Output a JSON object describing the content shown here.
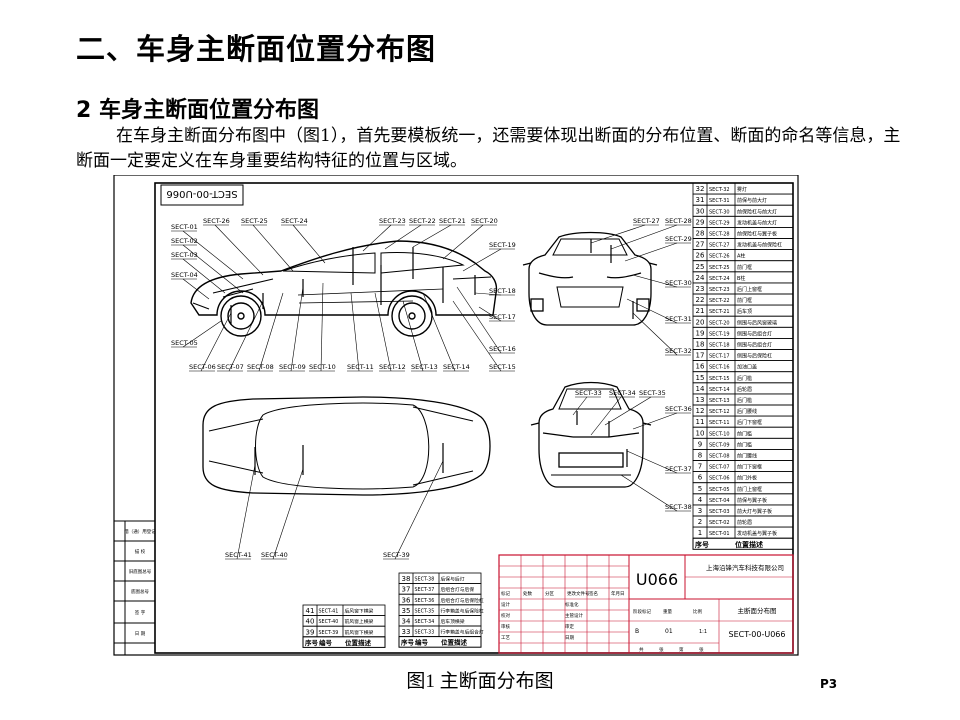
{
  "heading": "二、车身主断面位置分布图",
  "subheading": "2  车身主断面位置分布图",
  "paragraph": "在车身主断面分布图中（图1），首先要模板统一，还需要体现出断面的分布位置、断面的命名等信息，主断面一定要定义在车身重要结构特征的位置与区域。",
  "figure": {
    "stamp": "SECT-00-U066",
    "side_labels": [
      "SECT-01",
      "SECT-02",
      "SECT-03",
      "SECT-04",
      "SECT-05",
      "SECT-06",
      "SECT-07",
      "SECT-08",
      "SECT-09",
      "SECT-10",
      "SECT-11",
      "SECT-12",
      "SECT-13",
      "SECT-14",
      "SECT-15",
      "SECT-16",
      "SECT-17",
      "SECT-18",
      "SECT-19",
      "SECT-20",
      "SECT-21",
      "SECT-22",
      "SECT-23",
      "SECT-24",
      "SECT-25",
      "SECT-26"
    ],
    "front_labels": [
      "SECT-27",
      "SECT-28",
      "SECT-29",
      "SECT-30",
      "SECT-31",
      "SECT-32"
    ],
    "rear_labels": [
      "SECT-33",
      "SECT-34",
      "SECT-35",
      "SECT-36",
      "SECT-37",
      "SECT-38"
    ],
    "top_labels": [
      "SECT-41",
      "SECT-40",
      "SECT-39"
    ],
    "right_table": {
      "header": [
        "序号",
        "位置描述"
      ],
      "rows": [
        [
          "32",
          "SECT-32",
          "雾灯"
        ],
        [
          "31",
          "SECT-31",
          "前保与前大灯"
        ],
        [
          "30",
          "SECT-30",
          "前保险杠与前大灯"
        ],
        [
          "29",
          "SECT-29",
          "发动机盖与前大灯"
        ],
        [
          "28",
          "SECT-28",
          "前保险杠与翼子板"
        ],
        [
          "27",
          "SECT-27",
          "发动机盖与前保险杠"
        ],
        [
          "26",
          "SECT-26",
          "A柱"
        ],
        [
          "25",
          "SECT-25",
          "前门框"
        ],
        [
          "24",
          "SECT-24",
          "B柱"
        ],
        [
          "23",
          "SECT-23",
          "后门上窗框"
        ],
        [
          "22",
          "SECT-22",
          "前门框"
        ],
        [
          "21",
          "SECT-21",
          "后车顶"
        ],
        [
          "20",
          "SECT-20",
          "侧围与后风窗玻璃"
        ],
        [
          "19",
          "SECT-19",
          "侧围与后组合灯"
        ],
        [
          "18",
          "SECT-18",
          "侧围与后组合灯"
        ],
        [
          "17",
          "SECT-17",
          "侧围与后保险杠"
        ],
        [
          "16",
          "SECT-16",
          "加油口盖"
        ],
        [
          "15",
          "SECT-15",
          "后门槛"
        ],
        [
          "14",
          "SECT-14",
          "后轮眉"
        ],
        [
          "13",
          "SECT-13",
          "后门槛"
        ],
        [
          "12",
          "SECT-12",
          "后门腰线"
        ],
        [
          "11",
          "SECT-11",
          "后门下窗框"
        ],
        [
          "10",
          "SECT-10",
          "前门槛"
        ],
        [
          "9",
          "SECT-09",
          "前门槛"
        ],
        [
          "8",
          "SECT-08",
          "前门腰线"
        ],
        [
          "7",
          "SECT-07",
          "前门下窗框"
        ],
        [
          "6",
          "SECT-06",
          "前门外板"
        ],
        [
          "5",
          "SECT-05",
          "前门上窗框"
        ],
        [
          "4",
          "SECT-04",
          "前保与翼子板"
        ],
        [
          "3",
          "SECT-03",
          "前大灯与翼子板"
        ],
        [
          "2",
          "SECT-02",
          "前轮眉"
        ],
        [
          "1",
          "SECT-01",
          "发动机盖与翼子板"
        ]
      ]
    },
    "bottom_table": {
      "header": [
        "序号",
        "编号",
        "位置描述"
      ],
      "left_rows": [
        [
          "41",
          "SECT-41",
          "后风窗下横梁"
        ],
        [
          "40",
          "SECT-40",
          "前风窗上横梁"
        ],
        [
          "39",
          "SECT-39",
          "前风窗下横梁"
        ]
      ],
      "right_rows": [
        [
          "38",
          "SECT-38",
          "后保与后灯"
        ],
        [
          "37",
          "SECT-37",
          "后组合灯与后保"
        ],
        [
          "36",
          "SECT-36",
          "后组合灯与后保险杠"
        ],
        [
          "35",
          "SECT-35",
          "行李箱盖与后保险杠"
        ],
        [
          "34",
          "SECT-34",
          "后车顶横梁"
        ],
        [
          "33",
          "SECT-33",
          "行李箱盖与后组合灯"
        ]
      ]
    },
    "title_block": {
      "code": "U066",
      "company": "上海沿锋汽车科技有限公司",
      "drawing_name": "主断面分布图",
      "drawing_no": "SECT-00-U066",
      "stage": "B",
      "sheet": "01",
      "scale": "1:1",
      "sign_labels": [
        "标记",
        "处数",
        "分区",
        "更改文件号",
        "签名",
        "年月日"
      ],
      "role_labels": [
        "设计",
        "校对",
        "审核",
        "工艺"
      ],
      "side_labels": [
        "标准化",
        "主管设计",
        "审定",
        "日期"
      ],
      "stage_labels": [
        "阶段标记",
        "重量",
        "比例"
      ],
      "sheet_labels": [
        "共",
        "张",
        "第",
        "张"
      ]
    },
    "left_strip": [
      "借（通）用登记",
      "描 校",
      "旧底图总号",
      "底图总号",
      "签 字",
      "日 期"
    ]
  },
  "caption": "图1   主断面分布图",
  "page_number": "P3"
}
